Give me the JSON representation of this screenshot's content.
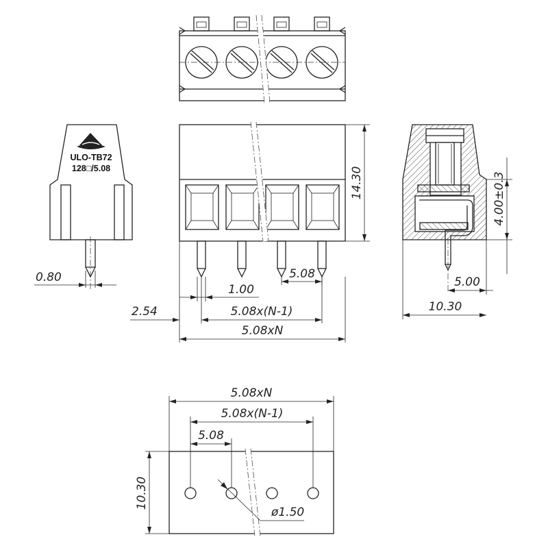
{
  "product": {
    "model": "ULO-TB72",
    "code": "128□/5.08",
    "logo_icon": "wave-logo-icon"
  },
  "side_view": {
    "pin_diameter": "0.80"
  },
  "front_view": {
    "height": "14.30",
    "pin_width": "1.00",
    "pitch": "5.08",
    "edge_offset": "2.54",
    "span_pitch": "5.08x(N-1)",
    "overall_width": "5.08xN"
  },
  "section_view": {
    "opening_height": "4.00±0.3",
    "pin_offset": "5.00",
    "depth": "10.30"
  },
  "footprint_view": {
    "overall_width": "5.08xN",
    "span_pitch": "5.08x(N-1)",
    "pitch": "5.08",
    "depth": "10.30",
    "hole_diameter": "ø1.50"
  }
}
